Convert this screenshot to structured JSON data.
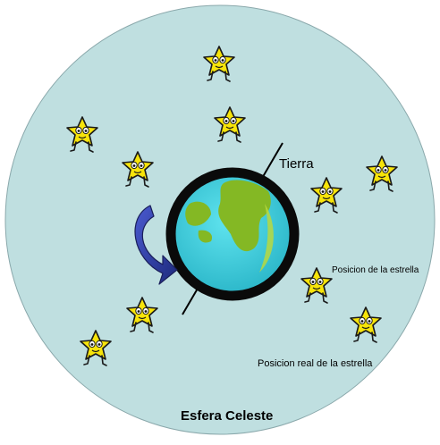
{
  "labels": {
    "earth": "Tierra",
    "apparent_position": "Posicion de la estrella",
    "real_position": "Posicion real de la estrella",
    "title": "Esfera Celeste"
  },
  "colors": {
    "sphere_fill": "#bfdfe0",
    "sphere_stroke": "#8aa8ab",
    "star_fill": "#f7e40a",
    "star_stroke": "#1a1a1a",
    "earth_ocean": "#3ccbd8",
    "earth_land": "#84b824",
    "earth_rim": "#0a0a0a",
    "rotation_arrow": "#2a3a98"
  },
  "icons": {
    "star": "cartoon-star-icon",
    "earth": "globe-icon",
    "rotation": "curved-rotation-arrow-icon"
  }
}
